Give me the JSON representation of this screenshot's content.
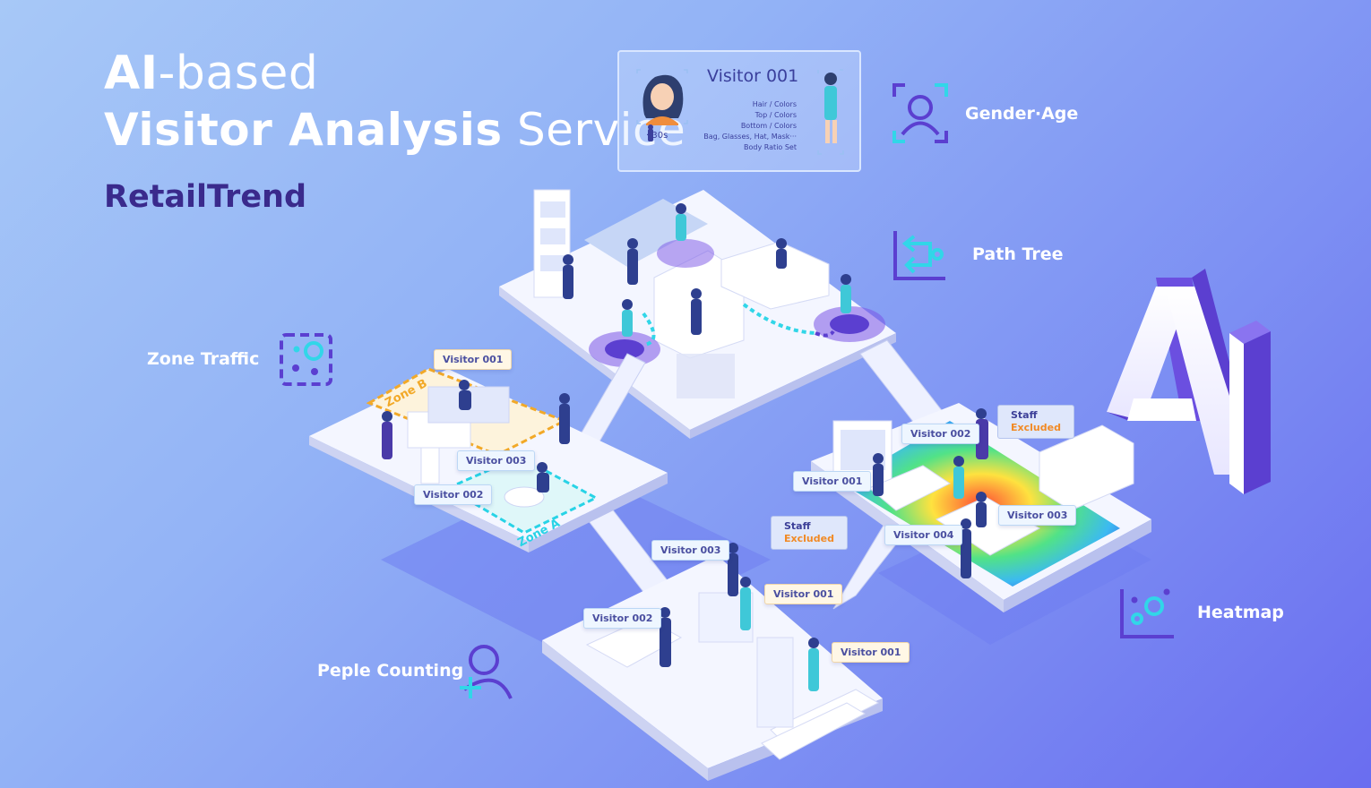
{
  "title": {
    "ai": "AI",
    "based": "-based",
    "visitor_analysis": "Visitor Analysis",
    "service": "Service"
  },
  "brand": "RetailTrend",
  "features": {
    "gender_age": "Gender·Age",
    "path_tree": "Path Tree",
    "zone_traffic": "Zone Traffic",
    "heatmap": "Heatmap",
    "people_counting": "Peple Counting"
  },
  "card": {
    "title": "Visitor 001",
    "age": "30s",
    "attributes": [
      "Hair / Colors",
      "Top / Colors",
      "Bottom / Colors",
      "Bag, Glasses, Hat, Mask···",
      "Body Ratio Set"
    ]
  },
  "zones": {
    "zone_a": "Zone A",
    "zone_b": "Zone B"
  },
  "labels": {
    "top_left_v001": "Visitor 001",
    "left_v003": "Visitor 003",
    "left_v002": "Visitor 002",
    "right_v002": "Visitor 002",
    "right_v001": "Visitor 001",
    "right_v003": "Visitor 003",
    "right_v004": "Visitor 004",
    "bottom_v003": "Visitor 003",
    "bottom_v001": "Visitor 001",
    "bottom_v002": "Visitor 002",
    "bottom_v001b": "Visitor 001"
  },
  "staff": {
    "line1": "Staff",
    "line2": "Excluded"
  },
  "ai_logo": "AI",
  "colors": {
    "accent": "#5b3fd0",
    "cyan": "#31d6e8",
    "brand": "#3a2a8c"
  }
}
